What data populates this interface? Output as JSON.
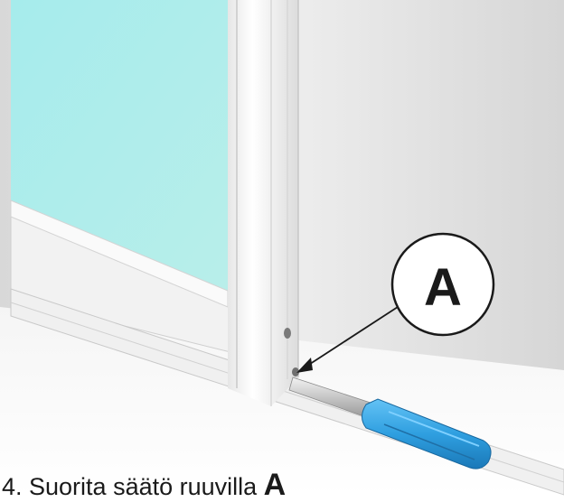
{
  "callout": {
    "letter": "A"
  },
  "caption": {
    "text": "4. Suorita säätö ruuvilla ",
    "reference": "A"
  },
  "colors": {
    "glass": "#a8e8e8",
    "frame": "#f4f4f4",
    "wall": "#e3e3e3",
    "screwdriver_handle": "#2f9fe0",
    "arrow": "#1a1a1a"
  },
  "icons": [
    "screwdriver-icon",
    "adjustment-screw-icon",
    "callout-arrow-icon"
  ]
}
